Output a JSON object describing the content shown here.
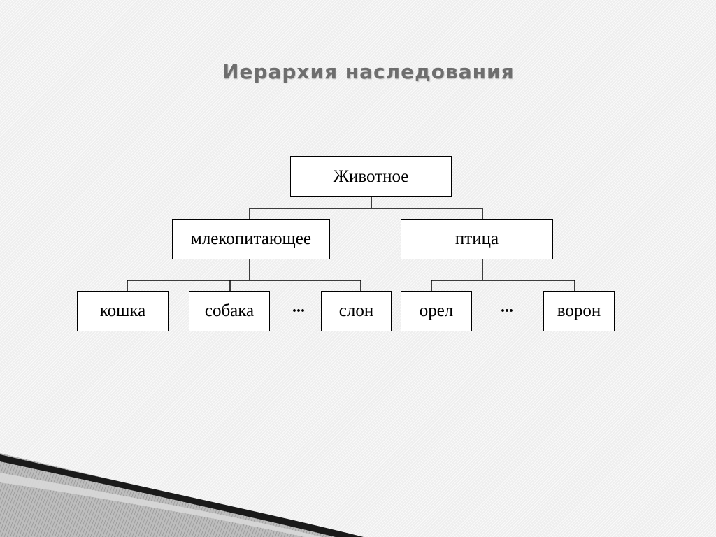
{
  "slide": {
    "title": "Иерархия наследования"
  },
  "diagram": {
    "root": {
      "label": "Животное"
    },
    "level2": [
      {
        "label": "млекопитающее"
      },
      {
        "label": "птица"
      }
    ],
    "mammals": [
      {
        "label": "кошка"
      },
      {
        "label": "собака"
      },
      {
        "label": "слон"
      }
    ],
    "birds": [
      {
        "label": "орел"
      },
      {
        "label": "ворон"
      }
    ],
    "ellipsis": "..."
  },
  "colors": {
    "title": "#6e6e6e",
    "line": "#000000",
    "box_fill": "#ffffff",
    "background": "#f4f4f4"
  }
}
